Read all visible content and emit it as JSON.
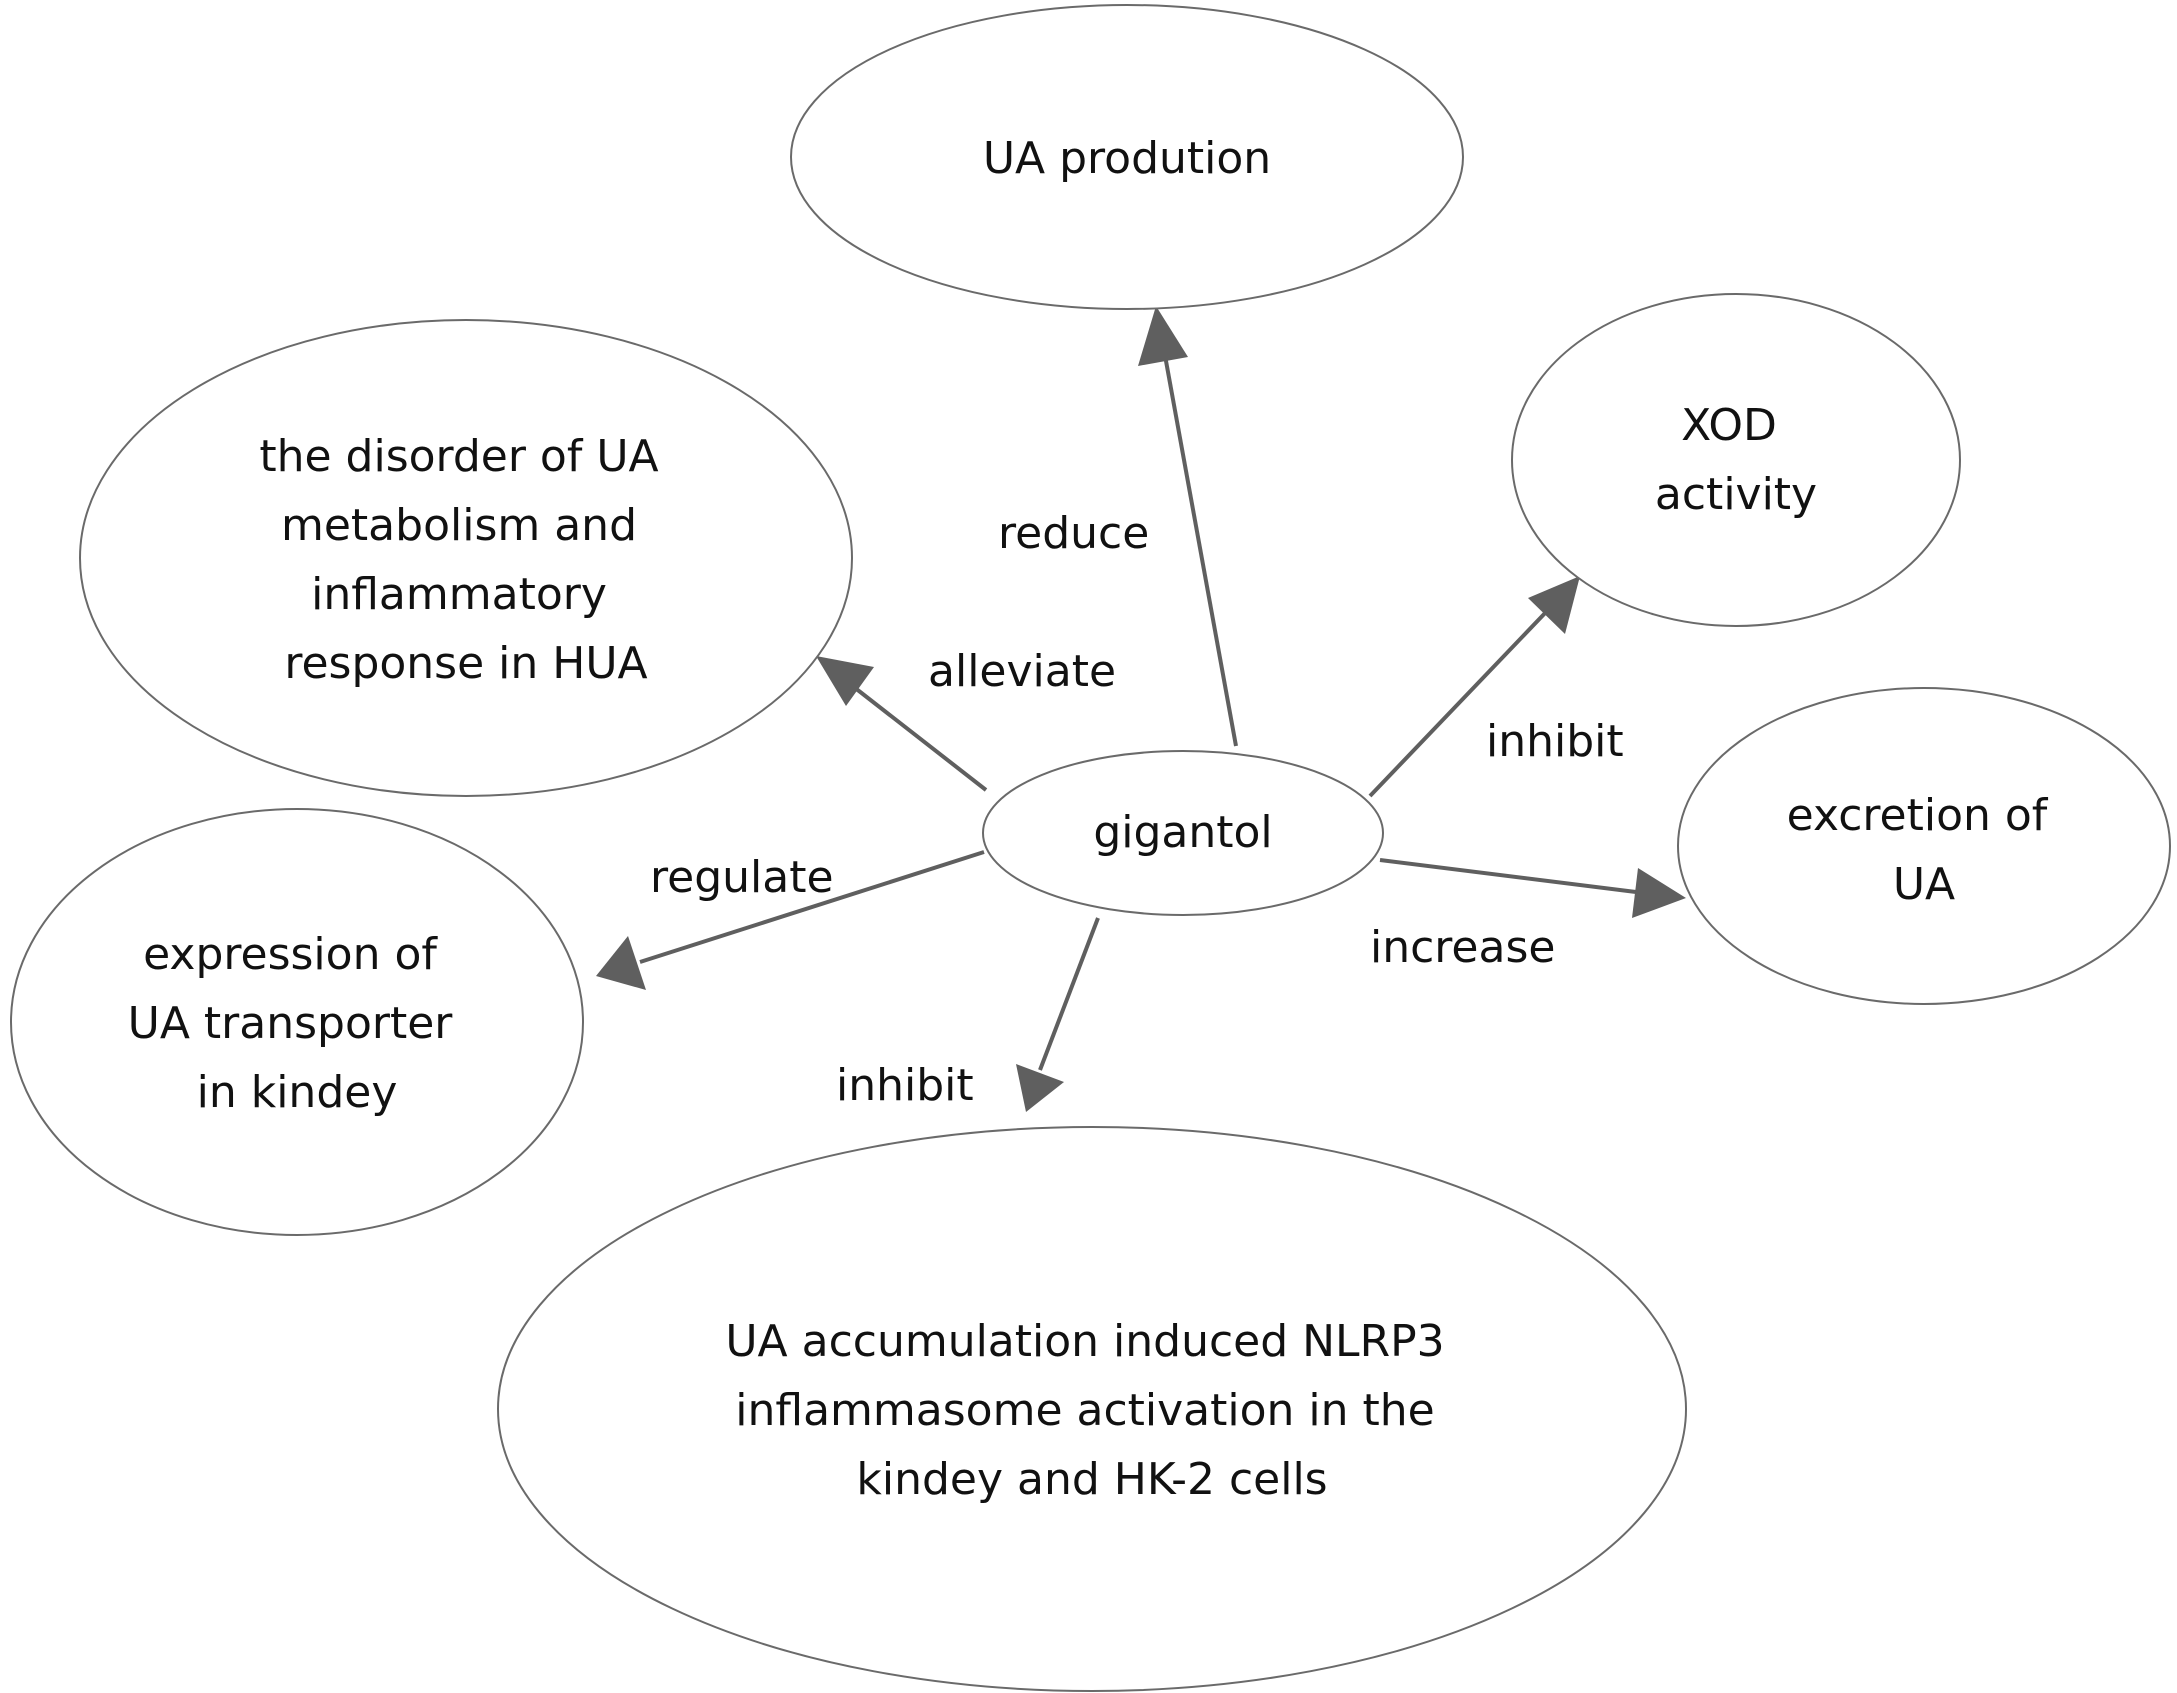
{
  "center": {
    "label": "gigantol"
  },
  "nodes": [
    {
      "id": "ua-production",
      "lines": [
        "UA prodution"
      ]
    },
    {
      "id": "xod-activity",
      "lines": [
        "XOD",
        "activity"
      ]
    },
    {
      "id": "disorder",
      "lines": [
        "the disorder of UA",
        "metabolism and",
        "inflammatory",
        "response in HUA"
      ]
    },
    {
      "id": "excretion",
      "lines": [
        "excretion of",
        "UA"
      ]
    },
    {
      "id": "transporter",
      "lines": [
        "expression of",
        "UA transporter",
        "in kindey"
      ]
    },
    {
      "id": "nlrp3",
      "lines": [
        "UA accumulation induced NLRP3",
        "inflammasome activation in the",
        "kindey and HK-2 cells"
      ]
    }
  ],
  "edges": [
    {
      "target": "ua-production",
      "label": "reduce"
    },
    {
      "target": "disorder",
      "label": "alleviate"
    },
    {
      "target": "xod-activity",
      "label": "inhibit"
    },
    {
      "target": "excretion",
      "label": "increase"
    },
    {
      "target": "transporter",
      "label": "regulate"
    },
    {
      "target": "nlrp3",
      "label": "inhibit"
    }
  ]
}
